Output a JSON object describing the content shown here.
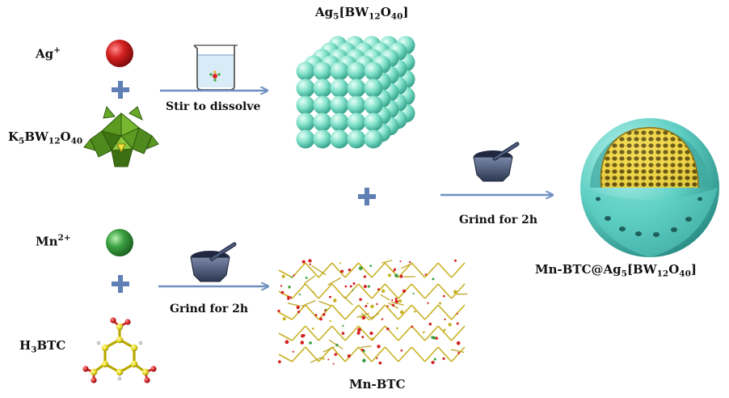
{
  "labels": {
    "ag_ion": {
      "base": "Ag",
      "sup": "+"
    },
    "mn_ion": {
      "base": "Mn",
      "sup": "2+"
    },
    "k5bw": {
      "p1": "K",
      "s1": "5",
      "p2": "BW",
      "s2": "12",
      "p3": "O",
      "s3": "40"
    },
    "h3btc": {
      "p1": "H",
      "s1": "3",
      "p2": "BTC"
    },
    "ag5bw": {
      "p1": "Ag",
      "s1": "5",
      "p2": "[BW",
      "s2": "12",
      "p3": "O",
      "s3": "40",
      "p4": "]"
    },
    "mnbtc": "Mn-BTC",
    "composite": {
      "p1": "Mn-BTC@Ag",
      "s1": "5",
      "p2": "[BW",
      "s2": "12",
      "p3": "O",
      "s3": "40",
      "p4": "]"
    }
  },
  "steps": {
    "stir": "Stir to dissolve",
    "grind_top": "Grind for 2h",
    "grind_bottom": "Grind for 2h"
  },
  "colors": {
    "ag_sphere": "#d42020",
    "mn_sphere": "#3aa040",
    "polyoxometalate": "#4e8a1e",
    "ag5_spheres": "#7fe0c8",
    "composite_shell": "#5fcfc4",
    "composite_core": "#e3c63a",
    "arrow": "#6f8fc2",
    "plus": "#5f7fb5",
    "mortar": "#3b4a6a"
  },
  "icons": {
    "beaker": "beaker-icon",
    "mortar": "mortar-pestle-icon",
    "plus": "plus-icon",
    "arrow": "arrow-right-icon"
  }
}
